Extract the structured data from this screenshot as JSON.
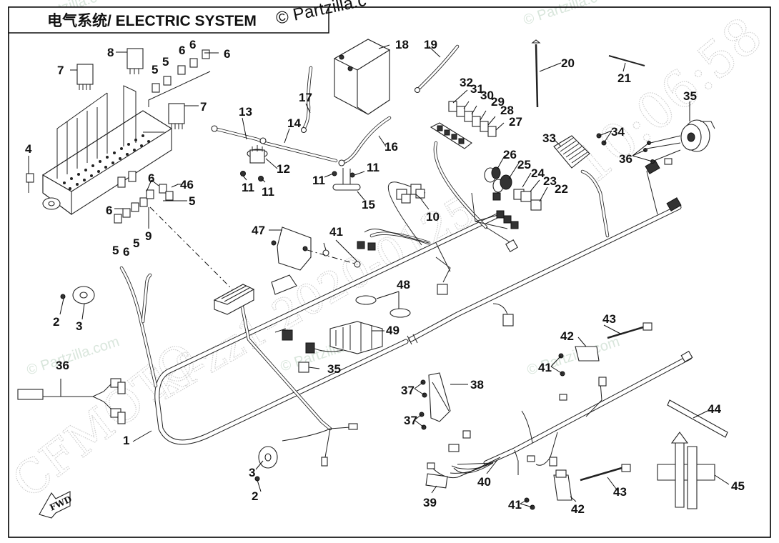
{
  "diagram": {
    "title": "电气系统/ ELECTRIC SYSTEM",
    "watermarks": {
      "copyright_top_center": "© Partzilla.c",
      "copyright_top_right": "© Partzilla.c",
      "copyright_left": "© Partzilla.com",
      "copyright_center": "© Partzilla.com",
      "copyright_right": "© Partzilla.com",
      "brand": "CFMOTO",
      "code": "kf-zz1-2020-0125",
      "timestamp": "10:06:58"
    },
    "direction_marker": "FWD",
    "callouts": [
      {
        "id": "c1",
        "label": "1"
      },
      {
        "id": "c2a",
        "label": "2"
      },
      {
        "id": "c2b",
        "label": "2"
      },
      {
        "id": "c3a",
        "label": "3"
      },
      {
        "id": "c3b",
        "label": "3"
      },
      {
        "id": "c4",
        "label": "4"
      },
      {
        "id": "c5a",
        "label": "5"
      },
      {
        "id": "c5b",
        "label": "5"
      },
      {
        "id": "c5c",
        "label": "5"
      },
      {
        "id": "c5d",
        "label": "5"
      },
      {
        "id": "c5e",
        "label": "5"
      },
      {
        "id": "c6a",
        "label": "6"
      },
      {
        "id": "c6b",
        "label": "6"
      },
      {
        "id": "c6c",
        "label": "6"
      },
      {
        "id": "c6d",
        "label": "6"
      },
      {
        "id": "c6e",
        "label": "6"
      },
      {
        "id": "c6f",
        "label": "6"
      },
      {
        "id": "c7a",
        "label": "7"
      },
      {
        "id": "c7b",
        "label": "7"
      },
      {
        "id": "c8",
        "label": "8"
      },
      {
        "id": "c9",
        "label": "9"
      },
      {
        "id": "c10",
        "label": "10"
      },
      {
        "id": "c11a",
        "label": "11"
      },
      {
        "id": "c11b",
        "label": "11"
      },
      {
        "id": "c11c",
        "label": "11"
      },
      {
        "id": "c11d",
        "label": "11"
      },
      {
        "id": "c12",
        "label": "12"
      },
      {
        "id": "c13",
        "label": "13"
      },
      {
        "id": "c14",
        "label": "14"
      },
      {
        "id": "c15",
        "label": "15"
      },
      {
        "id": "c16",
        "label": "16"
      },
      {
        "id": "c17",
        "label": "17"
      },
      {
        "id": "c18",
        "label": "18"
      },
      {
        "id": "c19",
        "label": "19"
      },
      {
        "id": "c20",
        "label": "20"
      },
      {
        "id": "c21",
        "label": "21"
      },
      {
        "id": "c22",
        "label": "22"
      },
      {
        "id": "c23",
        "label": "23"
      },
      {
        "id": "c24",
        "label": "24"
      },
      {
        "id": "c25",
        "label": "25"
      },
      {
        "id": "c26",
        "label": "26"
      },
      {
        "id": "c27",
        "label": "27"
      },
      {
        "id": "c28",
        "label": "28"
      },
      {
        "id": "c29",
        "label": "29"
      },
      {
        "id": "c30",
        "label": "30"
      },
      {
        "id": "c31",
        "label": "31"
      },
      {
        "id": "c32",
        "label": "32"
      },
      {
        "id": "c33",
        "label": "33"
      },
      {
        "id": "c34",
        "label": "34"
      },
      {
        "id": "c35a",
        "label": "35"
      },
      {
        "id": "c35b",
        "label": "35"
      },
      {
        "id": "c36a",
        "label": "36"
      },
      {
        "id": "c36b",
        "label": "36"
      },
      {
        "id": "c37a",
        "label": "37"
      },
      {
        "id": "c37b",
        "label": "37"
      },
      {
        "id": "c38",
        "label": "38"
      },
      {
        "id": "c39",
        "label": "39"
      },
      {
        "id": "c40",
        "label": "40"
      },
      {
        "id": "c41a",
        "label": "41"
      },
      {
        "id": "c41b",
        "label": "41"
      },
      {
        "id": "c41c",
        "label": "41"
      },
      {
        "id": "c42a",
        "label": "42"
      },
      {
        "id": "c42b",
        "label": "42"
      },
      {
        "id": "c43a",
        "label": "43"
      },
      {
        "id": "c43b",
        "label": "43"
      },
      {
        "id": "c44",
        "label": "44"
      },
      {
        "id": "c45",
        "label": "45"
      },
      {
        "id": "c46",
        "label": "46"
      },
      {
        "id": "c47",
        "label": "47"
      },
      {
        "id": "c48",
        "label": "48"
      },
      {
        "id": "c49",
        "label": "49"
      }
    ]
  }
}
